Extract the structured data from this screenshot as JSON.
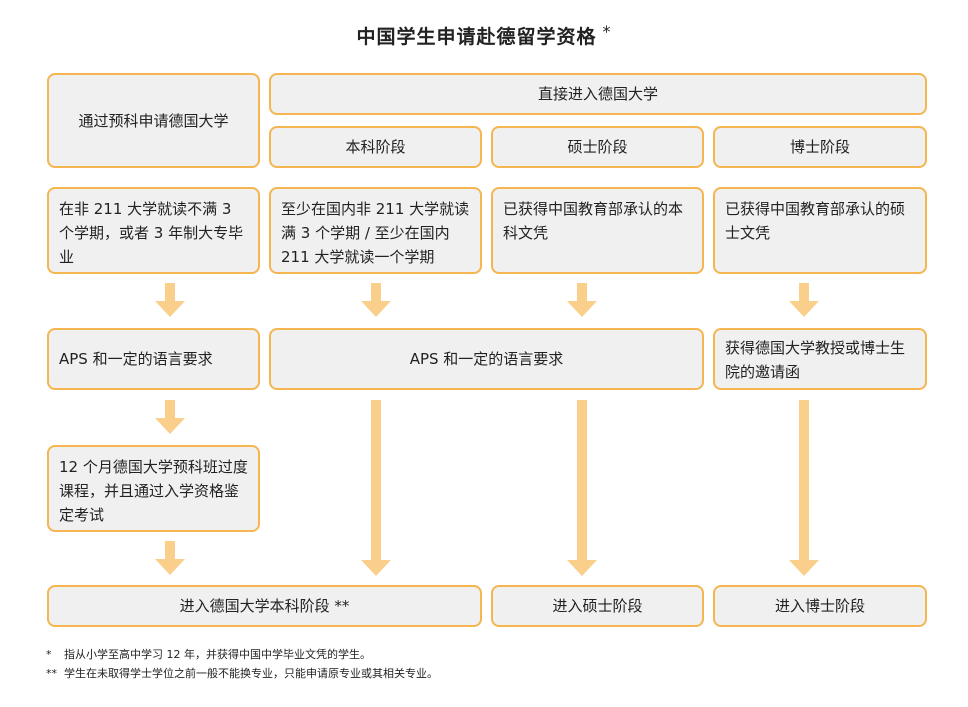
{
  "title": "中国学生申请赴德留学资格",
  "title_mark": "*",
  "colors": {
    "border": "#f5b550",
    "box_fill": "#f0f0f0",
    "arrow": "#f9cf8b"
  },
  "headers": {
    "foundation": "通过预科申请德国大学",
    "direct": "直接进入德国大学",
    "bachelor": "本科阶段",
    "master": "硕士阶段",
    "phd": "博士阶段"
  },
  "conditions": {
    "foundation": "在非 211 大学就读不满 3 个学期，或者 3 年制大专毕业",
    "bachelor": "至少在国内非 211 大学就读满 3 个学期 / 至少在国内 211 大学就读一个学期",
    "master": "已获得中国教育部承认的本科文凭",
    "phd": "已获得中国教育部承认的硕士文凭"
  },
  "requirements": {
    "foundation": "APS 和一定的语言要求",
    "direct": "APS 和一定的语言要求",
    "phd": "获得德国大学教授或博士生院的邀请函"
  },
  "foundation_course": "12 个月德国大学预科班过度课程，并且通过入学资格鉴定考试",
  "outcomes": {
    "bachelor": "进入德国大学本科阶段 **",
    "master": "进入硕士阶段",
    "phd": "进入博士阶段"
  },
  "footnotes": [
    {
      "mark": "*",
      "text": "指从小学至高中学习 12 年，并获得中国中学毕业文凭的学生。"
    },
    {
      "mark": "**",
      "text": "学生在未取得学士学位之前一般不能换专业，只能申请原专业或其相关专业。"
    }
  ]
}
